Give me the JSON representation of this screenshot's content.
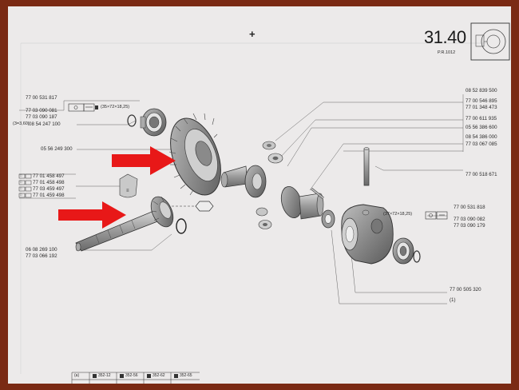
{
  "header": {
    "section_number": "31.40",
    "sub_ref": "P.R.1012",
    "hole_punch_symbol": "+"
  },
  "left_parts": {
    "bearing_refs": [
      "77 00 531 817",
      "77 03 090 081",
      "77 03 090 187"
    ],
    "bearing_dims": "(35×72×18,25)",
    "shim_ref": "08 54 247 100",
    "shim_note": "(3=3,60)",
    "crown_wheel_ref": "05 56 249 300",
    "pinion_shim_refs": [
      "77 01 458 497",
      "77 01 458 498",
      "77 03 459 497",
      "77 01 459 498"
    ],
    "pinion_shim_tags": [
      "□",
      "□",
      "□",
      "□"
    ],
    "pinion_refs": [
      "06 08 269 100",
      "77 03 066 192"
    ]
  },
  "right_parts": {
    "top_refs": [
      "08 52 839 500",
      "77 00 546 895",
      "77 01 348 473"
    ],
    "mid_refs": [
      "77 00 611 935",
      "05 56 386 600",
      "08 54 386 000",
      "77 03 067 085"
    ],
    "pin_ref": "77 00 518 671",
    "bearing_refs": [
      "77 00 531 818",
      "77 03 090 082",
      "77 03 090 179"
    ],
    "bearing_dims": "(37×72×18,25)",
    "housing_ref": "77 00 505 320",
    "housing_note": "(1)"
  },
  "footer": {
    "cells": [
      "(a)",
      "352-12",
      "352-56",
      "352-62",
      "352-65"
    ]
  },
  "arrows": {
    "color": "#e81818",
    "count": 2
  }
}
